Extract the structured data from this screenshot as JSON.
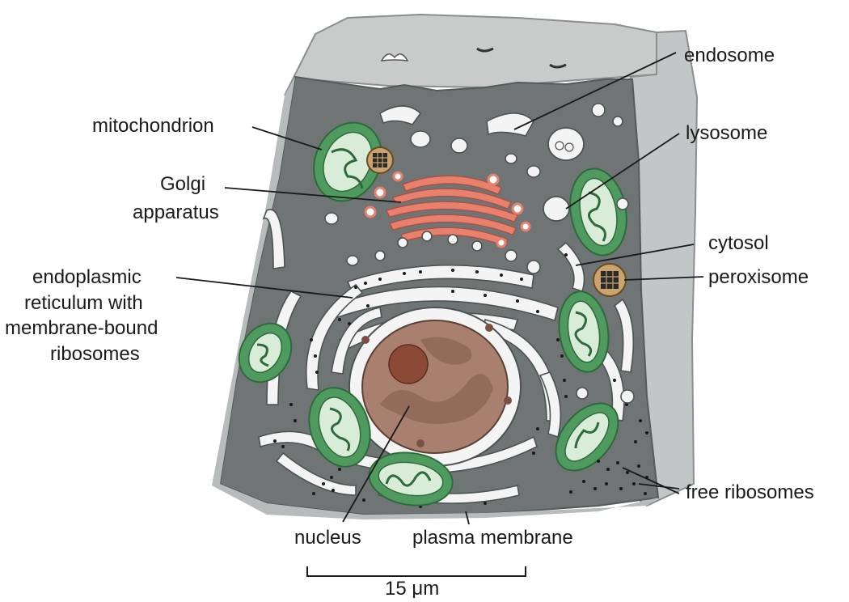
{
  "labels": {
    "mitochondrion": "mitochondrion",
    "golgi_line1": "Golgi",
    "golgi_line2": "apparatus",
    "er_line1": "endoplasmic",
    "er_line2": "reticulum with",
    "er_line3": "membrane-bound",
    "er_line4": "ribosomes",
    "endosome": "endosome",
    "lysosome": "lysosome",
    "cytosol": "cytosol",
    "peroxisome": "peroxisome",
    "free_ribosomes": "free ribosomes",
    "nucleus": "nucleus",
    "plasma_membrane": "plasma membrane"
  },
  "scale_bar": {
    "label": "15 μm"
  },
  "colors": {
    "cell_outer": "#c9cbcb",
    "cytosol": "#6f7475",
    "mitochondrion": "#4f9a5e",
    "golgi": "#e8806e",
    "nucleus": "#a9806f",
    "nucleolus": "#8c4a36",
    "peroxisome": "#c9a46e"
  }
}
